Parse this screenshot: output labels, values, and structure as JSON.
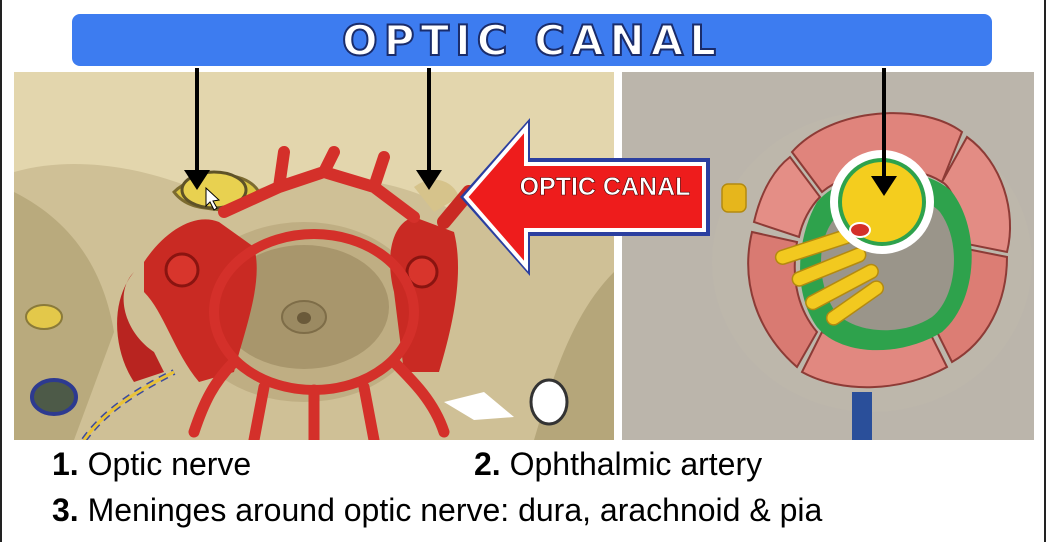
{
  "title": "OPTIC CANAL",
  "arrow_label": "OPTIC CANAL",
  "legend": [
    {
      "num": "1.",
      "text": "Optic nerve"
    },
    {
      "num": "2.",
      "text": "Ophthalmic artery"
    },
    {
      "num": "3.",
      "text": "Meninges around optic nerve: dura, arachnoid & pia"
    }
  ],
  "colors": {
    "title_bar": "#3d7cf0",
    "arrow": "#ee1c1c",
    "bone": "#d6c89a",
    "artery": "#d42a24",
    "nerve": "#f2cf2a",
    "muscle": "#e0847c",
    "dura": "#2ba34a"
  },
  "icons": {
    "cursor": "mouse-cursor-icon"
  }
}
